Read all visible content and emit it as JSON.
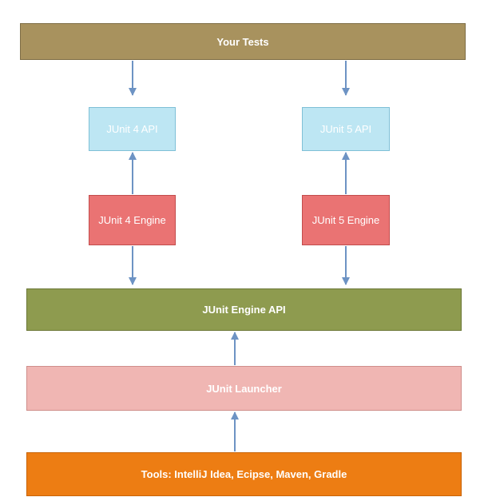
{
  "diagram": {
    "tests": "Your Tests",
    "junit4_api": "JUnit 4 API",
    "junit5_api": "JUnit 5 API",
    "junit4_engine": "JUnit 4 Engine",
    "junit5_engine": "JUnit 5 Engine",
    "engine_api": "JUnit Engine API",
    "launcher": "JUnit Launcher",
    "tools": "Tools: IntelliJ Idea, Ecipse, Maven, Gradle"
  },
  "colors": {
    "tests": "#a8925e",
    "api": "#bde6f3",
    "engine": "#ea7373",
    "engine_api": "#8e9b4f",
    "launcher": "#f0b6b3",
    "tools": "#ed7d13",
    "arrow": "#6d93c4"
  }
}
